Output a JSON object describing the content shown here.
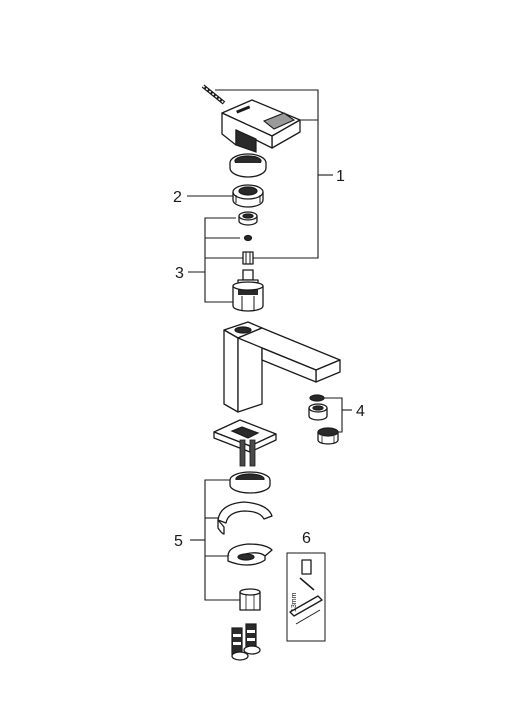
{
  "callouts": {
    "c1": "1",
    "c2": "2",
    "c3": "3",
    "c4": "4",
    "c5": "5",
    "c6": "6"
  },
  "tool_label": "13mm"
}
